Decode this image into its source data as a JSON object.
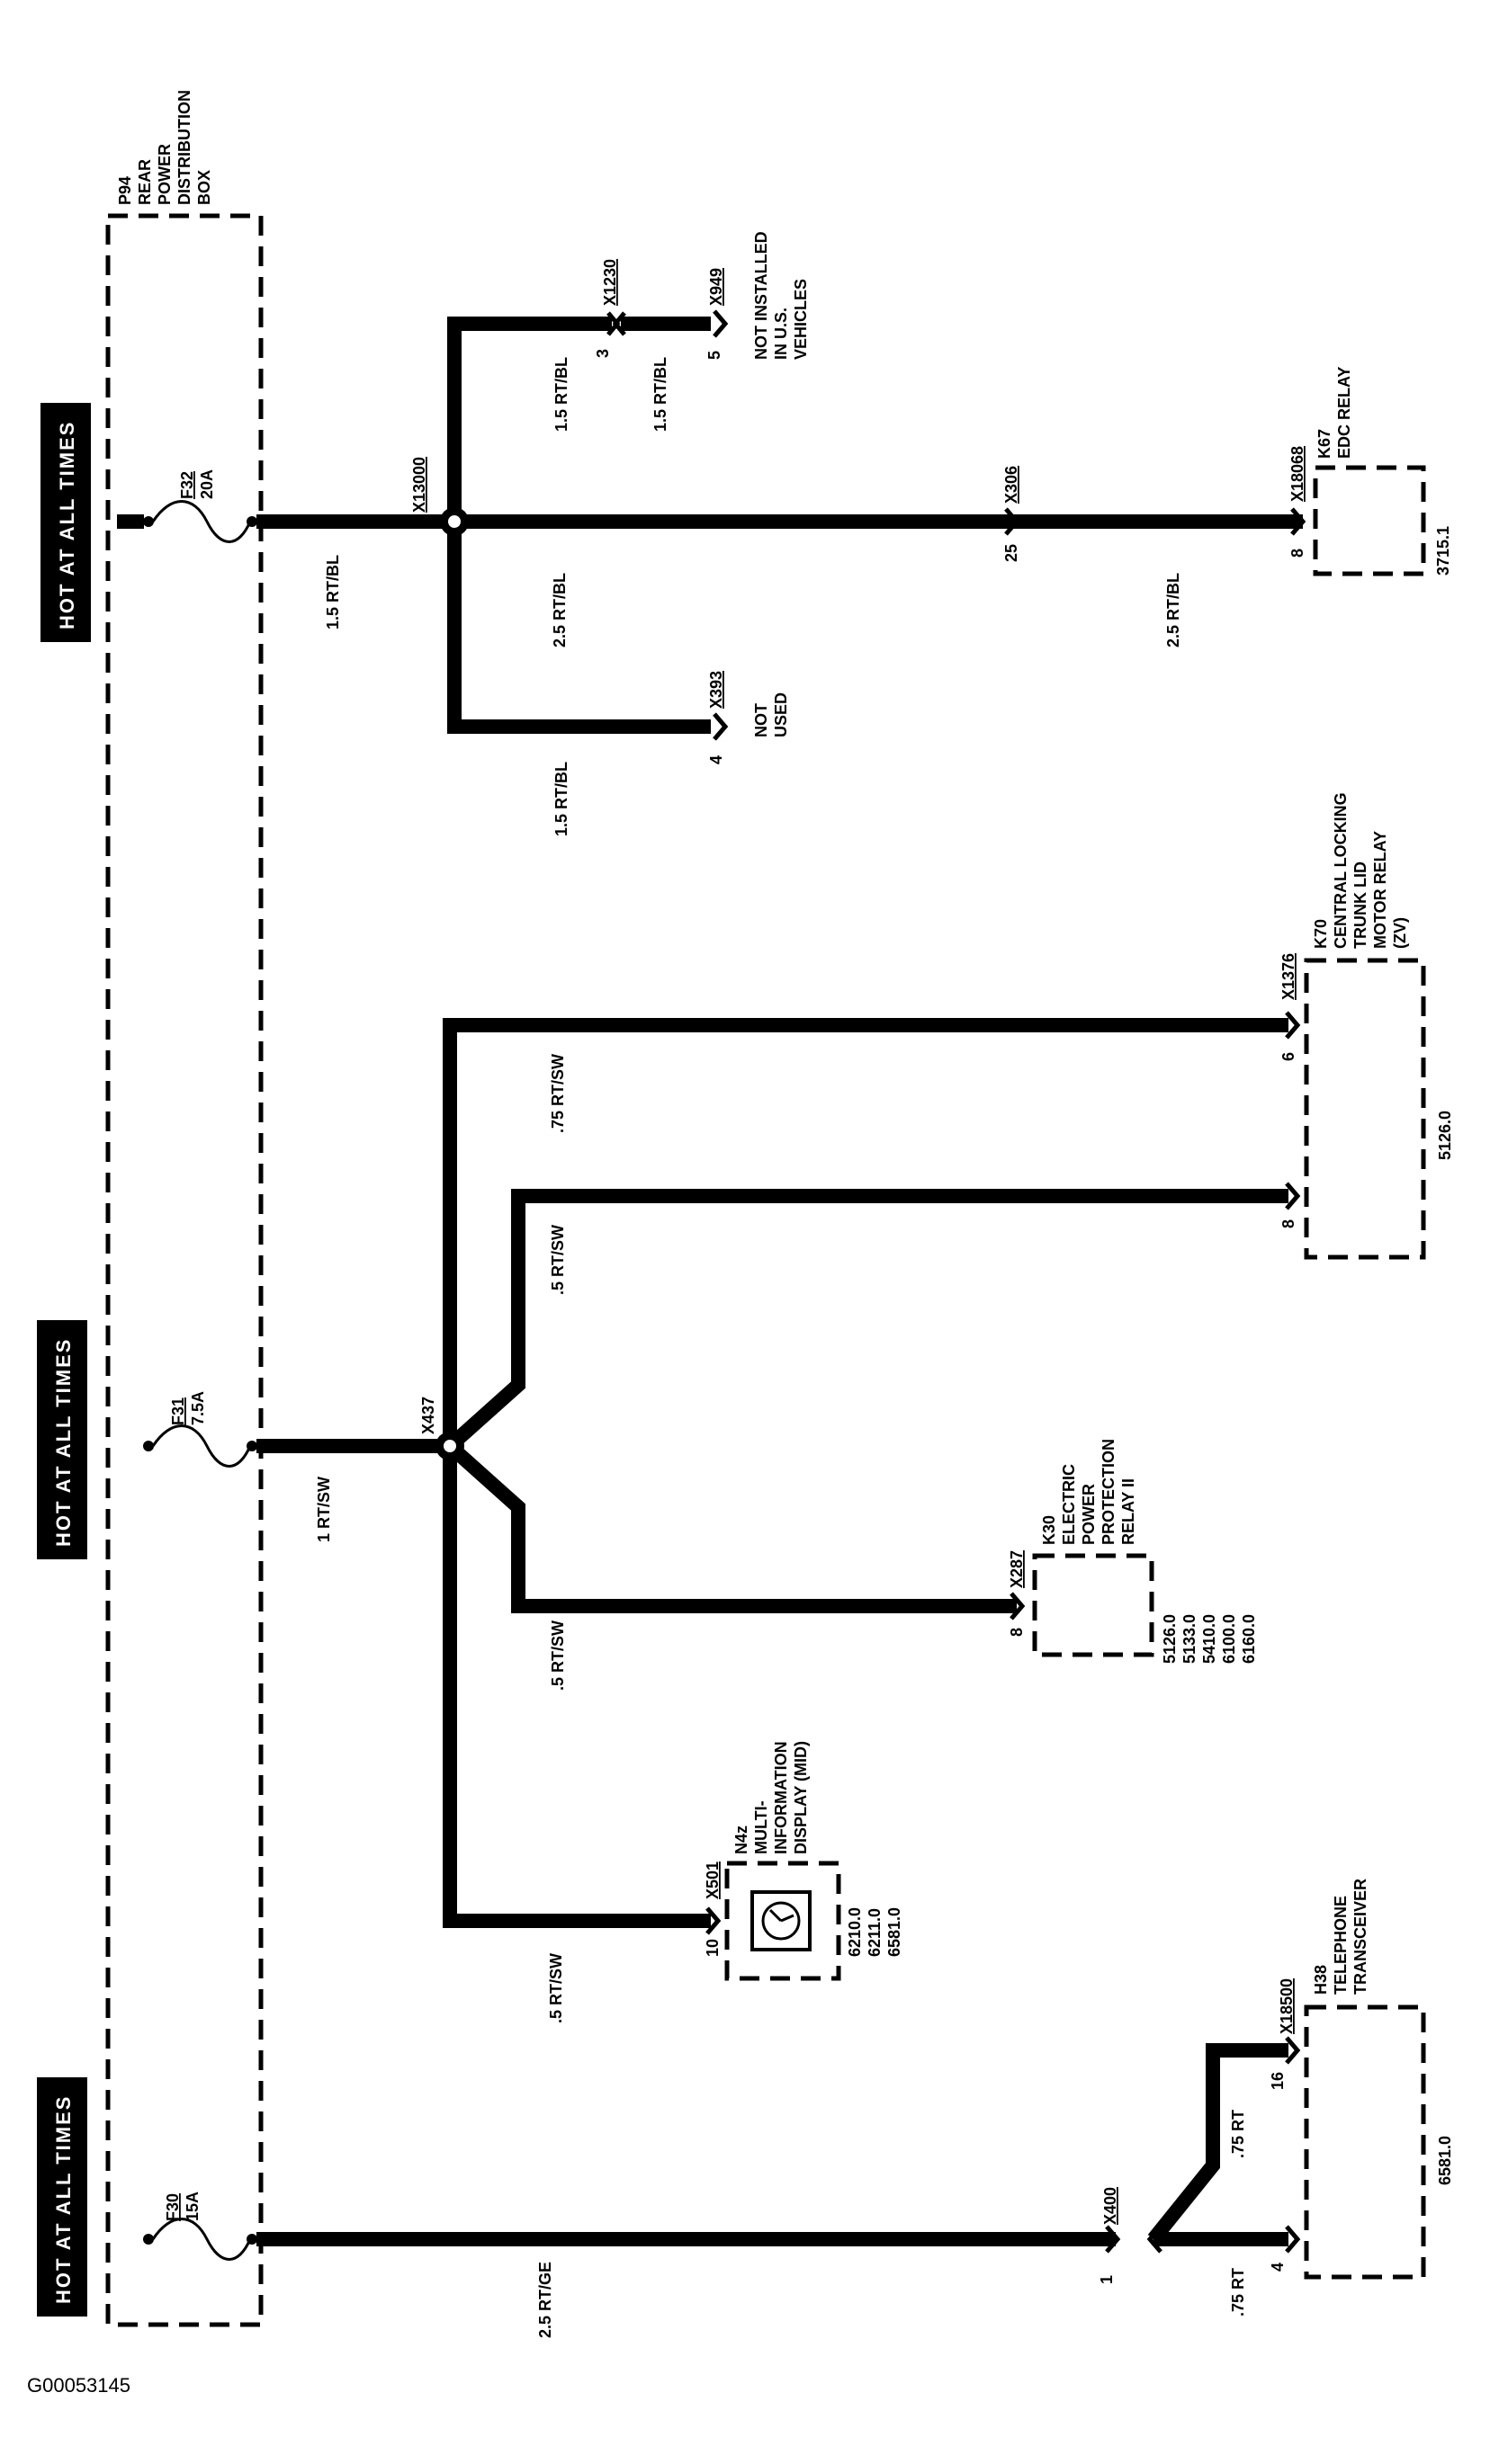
{
  "headers": [
    "HOT AT ALL TIMES",
    "HOT AT ALL TIMES",
    "HOT AT ALL TIMES"
  ],
  "power_box": [
    "P94",
    "REAR",
    "POWER",
    "DISTRIBUTION",
    "BOX"
  ],
  "fuses": {
    "f32": [
      "F32",
      "20A"
    ],
    "f31": [
      "F31",
      "7.5A"
    ],
    "f30": [
      "F30",
      "15A"
    ]
  },
  "connectors": {
    "x13000": "X13000",
    "x1230": "X1230",
    "x949": "X949",
    "x306": "X306",
    "x18068": "X18068",
    "x393": "X393",
    "x437": "X437",
    "x1376": "X1376",
    "x287": "X287",
    "x501": "X501",
    "x400": "X400",
    "x18500": "X18500"
  },
  "pins": {
    "p3": "3",
    "p5": "5",
    "p25": "25",
    "p8_k67": "8",
    "p4_x393": "4",
    "p6_k70": "6",
    "p8_k70": "8",
    "p8_k30": "8",
    "p10_n4z": "10",
    "p1_x400": "1",
    "p16_h38": "16",
    "p4_h38": "4"
  },
  "wires": {
    "w_15rtbl_a": "1.5 RT/BL",
    "w_15rtbl_b": "1.5 RT/BL",
    "w_15rtbl_c": "1.5 RT/BL",
    "w_15rtbl_d": "1.5 RT/BL",
    "w_25rtbl_a": "2.5 RT/BL",
    "w_25rtbl_b": "2.5 RT/BL",
    "w_1rtsw": "1 RT/SW",
    "w_75rtsw": ".75 RT/SW",
    "w_5rtsw_a": ".5 RT/SW",
    "w_5rtsw_b": ".5 RT/SW",
    "w_5rtsw_c": ".5 RT/SW",
    "w_25rtge": "2.5 RT/GE",
    "w_75rt_a": ".75 RT",
    "w_75rt_b": ".75 RT"
  },
  "components": {
    "not_installed": [
      "NOT INSTALLED",
      "IN U.S.",
      "VEHICLES"
    ],
    "not_used": [
      "NOT",
      "USED"
    ],
    "k67": [
      "K67",
      "EDC RELAY"
    ],
    "k67_ref": "3715.1",
    "k70": [
      "K70",
      "CENTRAL LOCKING",
      "TRUNK LID",
      "MOTOR RELAY",
      "(ZV)"
    ],
    "k70_ref": "5126.0",
    "k30": [
      "K30",
      "ELECTRIC",
      "POWER",
      "PROTECTION",
      "RELAY II"
    ],
    "k30_refs": [
      "5126.0",
      "5133.0",
      "5410.0",
      "6100.0",
      "6160.0"
    ],
    "n4z": [
      "N4z",
      "MULTI-",
      "INFORMATION",
      "DISPLAY (MID)"
    ],
    "n4z_refs": [
      "6210.0",
      "6211.0",
      "6581.0"
    ],
    "h38": [
      "H38",
      "TELEPHONE",
      "TRANSCEIVER"
    ],
    "h38_ref": "6581.0"
  },
  "figure_id": "G00053145"
}
